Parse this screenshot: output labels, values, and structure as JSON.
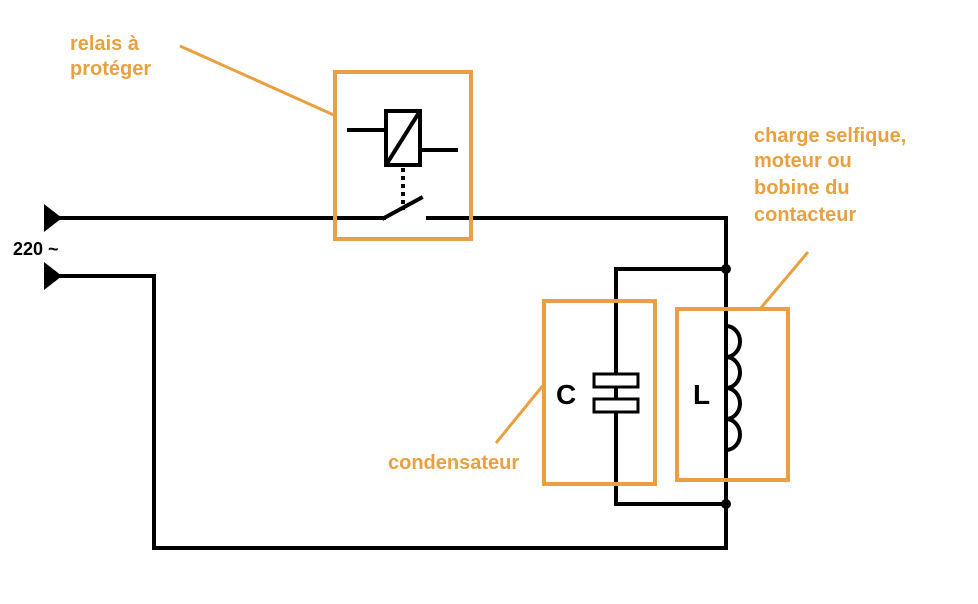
{
  "labels": {
    "relay": [
      "relais à",
      "protéger"
    ],
    "load": [
      "charge selfique,",
      "moteur ou",
      "bobine du",
      "contacteur"
    ],
    "capacitor_label": "condensateur",
    "supply": "220 ~",
    "c_symbol": "C",
    "l_symbol": "L"
  },
  "colors": {
    "accent": "#e8a040",
    "wire": "#000000"
  }
}
